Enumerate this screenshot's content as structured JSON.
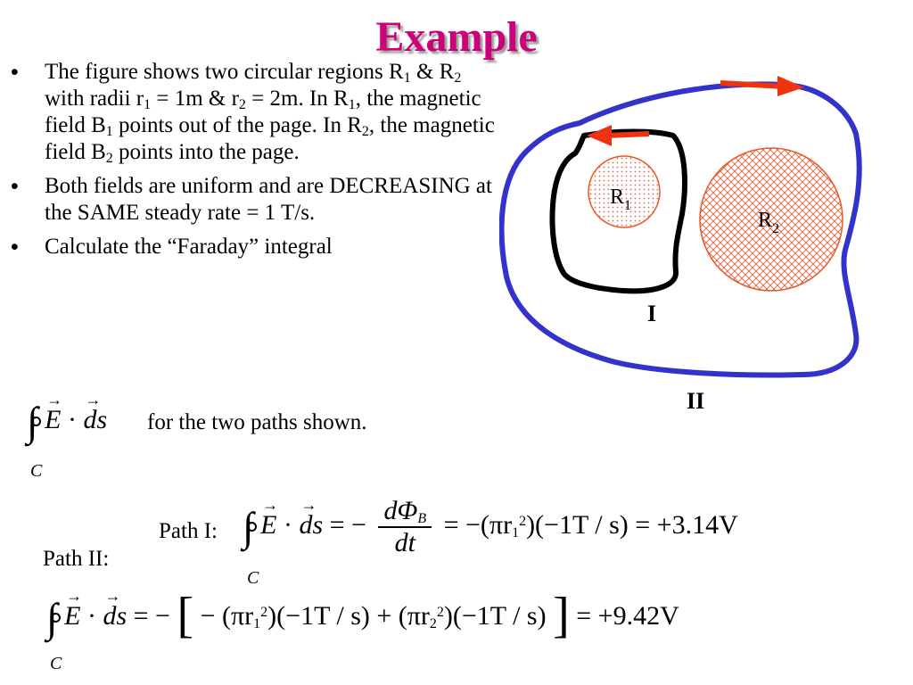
{
  "title": "Example",
  "bullets": {
    "b1": {
      "p1": "The figure shows two circular regions R",
      "s1": "1",
      "p2": " & R",
      "s2": "2",
      "p3": " with radii r",
      "s3": "1",
      "p4": " = 1m & r",
      "s4": "2",
      "p5": " = 2m. In R",
      "s5": "1",
      "p6": ", the magnetic field B",
      "s6": "1",
      "p7": " points out of the page. In R",
      "s7": "2",
      "p8": ", the magnetic field B",
      "s8": "2",
      "p9": " points into the page."
    },
    "b2": "Both fields are uniform and are DECREASING at the SAME steady rate = 1 T/s.",
    "b3": "Calculate the “Faraday” integral"
  },
  "integral_expr": {
    "E": "E",
    "dot": "·",
    "ds": "ds",
    "C": "C"
  },
  "for_paths": "for the two paths shown.",
  "diagram": {
    "r1_label": "R",
    "r1_sub": "1",
    "r2_label": "R",
    "r2_sub": "2",
    "path1_label": "I",
    "path2_label": "II",
    "colors": {
      "path_I": "#000000",
      "path_II": "#3333cc",
      "arrow": "#ee3311",
      "region_edge": "#ee5522"
    }
  },
  "path1": {
    "label": "Path I:",
    "eq": "=",
    "minus": "−",
    "d_phi": "dΦ",
    "phi_sub": "B",
    "dt": "dt",
    "rhs1": "= −(πr",
    "r_sub": "1",
    "sq": "2",
    "rhs2": ")(−1T / s) = +3.14V"
  },
  "path2": {
    "label": "Path II:",
    "eq1": "= −",
    "open": "[",
    "t1": "− (πr",
    "t1_sub": "1",
    "sq": "2",
    "t2": ")(−1T / s) + (πr",
    "t2_sub": "2",
    "t3": ")(−1T / s)",
    "close": "]",
    "result": "= +9.42V"
  }
}
